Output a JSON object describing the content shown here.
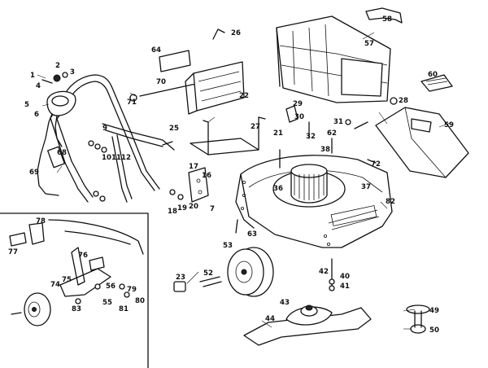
{
  "diagram": {
    "labels": [
      "1",
      "2",
      "3",
      "4",
      "5",
      "6",
      "7",
      "9",
      "10",
      "11",
      "12",
      "16",
      "17",
      "18",
      "19",
      "20",
      "21",
      "22",
      "23",
      "25",
      "26",
      "27",
      "28",
      "29",
      "30",
      "31",
      "32",
      "36",
      "37",
      "38",
      "40",
      "41",
      "42",
      "43",
      "44",
      "49",
      "50",
      "52",
      "53",
      "55",
      "56",
      "57",
      "58",
      "59",
      "60",
      "62",
      "63",
      "64",
      "68",
      "69",
      "70",
      "71",
      "72",
      "74",
      "75",
      "76",
      "77",
      "78",
      "79",
      "80",
      "81",
      "82",
      "83"
    ]
  }
}
